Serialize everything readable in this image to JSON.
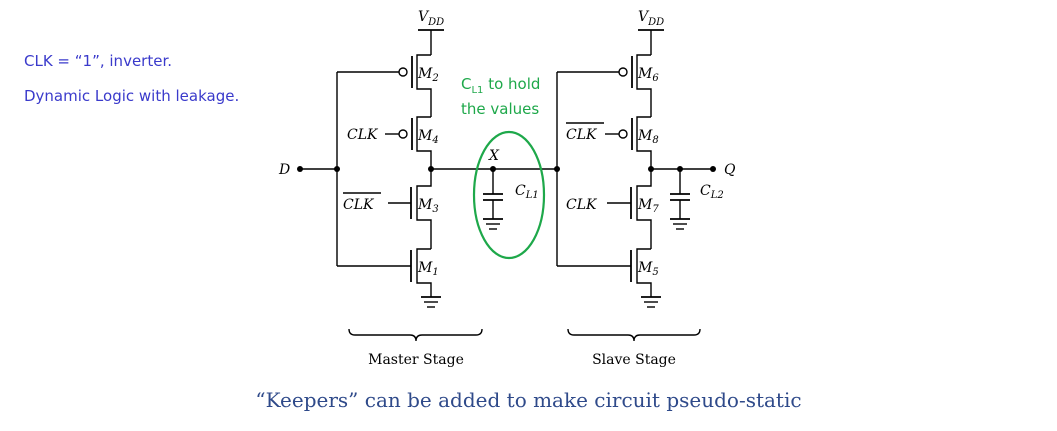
{
  "notes": {
    "line1": "CLK = “1”, inverter.",
    "line2": "Dynamic Logic with leakage."
  },
  "annotation": {
    "line1_main": "C",
    "line1_sub": "L1",
    "line1_rest": " to hold",
    "line2": "the values"
  },
  "circuit": {
    "vdd_main": "V",
    "vdd_sub": "DD",
    "input": "D",
    "output": "Q",
    "node": "X",
    "clk": "CLK",
    "clk_bar": "CLK",
    "m_prefix": "M",
    "m1": "1",
    "m2": "2",
    "m3": "3",
    "m4": "4",
    "m5": "5",
    "m6": "6",
    "m7": "7",
    "m8": "8",
    "c_prefix": "C",
    "cl1": "L1",
    "cl2": "L2"
  },
  "stages": {
    "master": "Master Stage",
    "slave": "Slave Stage"
  },
  "caption": "“Keepers” can be added to make circuit pseudo-static",
  "colors": {
    "note": "#3a3acb",
    "annotation": "#1ea84a",
    "caption": "#2f4a8a"
  }
}
